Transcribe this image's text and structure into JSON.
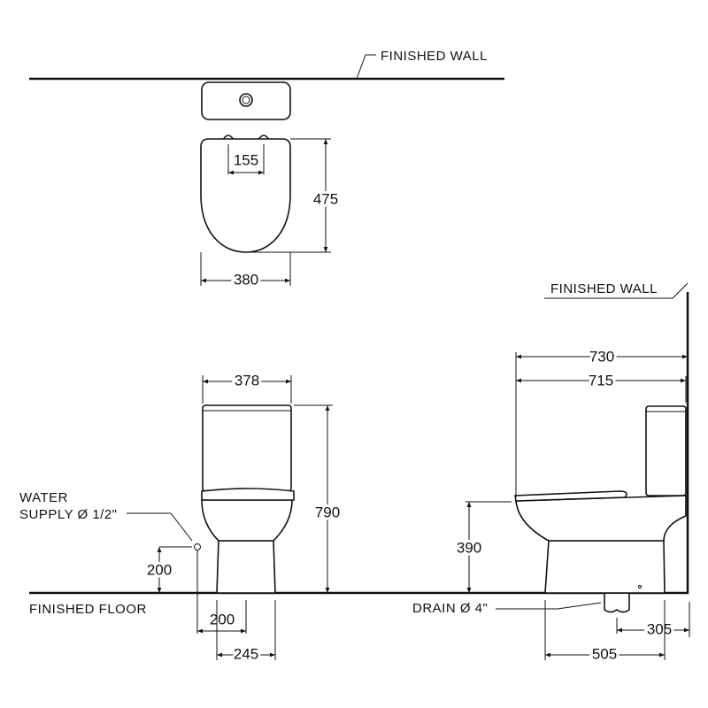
{
  "labels": {
    "finished_wall_top": "FINISHED  WALL",
    "finished_wall_side": "FINISHED  WALL",
    "finished_floor": "FINISHED  FLOOR",
    "water_supply_line1": "WATER",
    "water_supply_line2": "SUPPLY Ø 1/2\"",
    "drain": "DRAIN Ø 4\""
  },
  "dimensions": {
    "top_hinge_spacing": "155",
    "top_seat_length": "475",
    "top_width": "380",
    "front_tank_width": "378",
    "front_total_height": "790",
    "front_supply_height": "200",
    "front_supply_offset": "200",
    "front_base_width": "245",
    "side_total_depth": "730",
    "side_depth": "715",
    "side_seat_height": "390",
    "side_drain_to_wall": "305",
    "side_base_depth": "505"
  }
}
